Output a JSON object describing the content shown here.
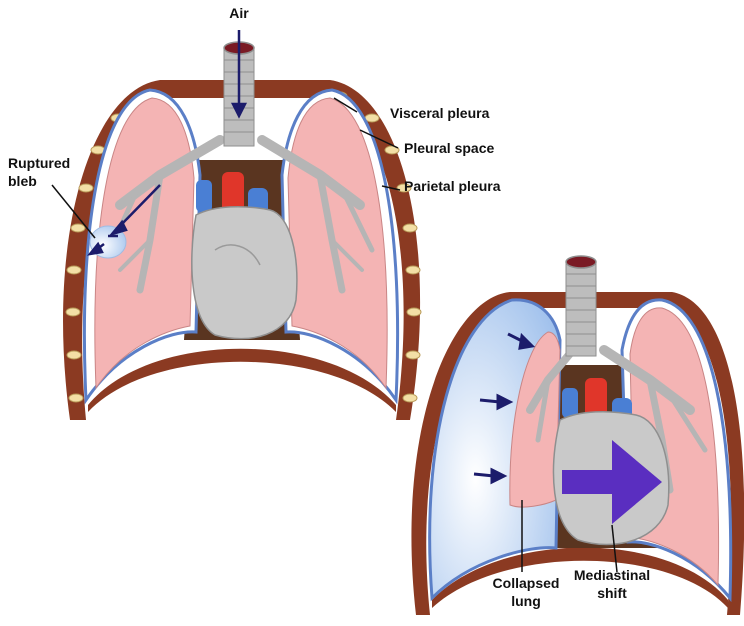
{
  "labels": {
    "air": "Air",
    "visceral_pleura": "Visceral pleura",
    "pleural_space": "Pleural space",
    "parietal_pleura": "Parietal pleura",
    "ruptured_bleb_line1": "Ruptured",
    "ruptured_bleb_line2": "bleb",
    "collapsed_lung_line1": "Collapsed",
    "collapsed_lung_line2": "lung",
    "mediastinal_shift_line1": "Mediastinal",
    "mediastinal_shift_line2": "shift"
  },
  "colors": {
    "chest_wall": "#8b3a22",
    "rib": "#f3dfa6",
    "pleura": "#5b7fc7",
    "pleural_fluid": "#cfe0f6",
    "lung": "#f4b4b4",
    "airway": "#b9b9b9",
    "heart": "#c9c9c9",
    "aorta": "#e0362a",
    "vena_cava": "#4a7fd4",
    "arrow": "#1c1c6b",
    "shift_arrow": "#5a2ec0"
  },
  "panels": [
    {
      "name": "normal-chest-with-ruptured-bleb"
    },
    {
      "name": "pneumothorax-collapsed-lung"
    }
  ]
}
